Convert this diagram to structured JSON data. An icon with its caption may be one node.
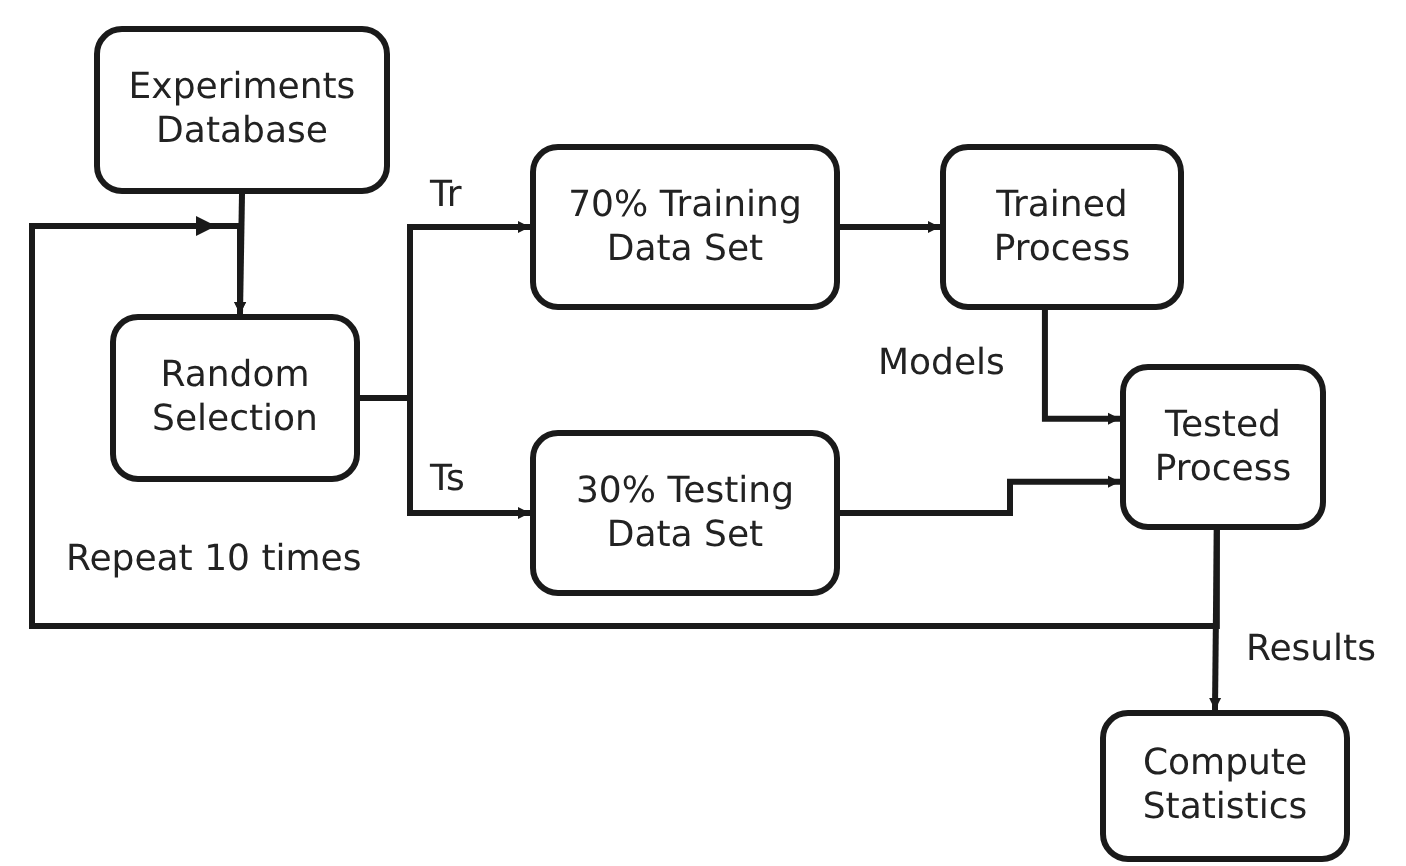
{
  "diagram": {
    "nodes": [
      {
        "text": [
          "Experiments Database"
        ]
      },
      {
        "text": [
          "Random Selection"
        ]
      },
      {
        "text": [
          "70% Training Data Set"
        ]
      },
      {
        "text": [
          "Trained Process"
        ]
      },
      {
        "text": [
          "Tested Process"
        ]
      },
      {
        "text": [
          "30% Testing Data Set"
        ]
      },
      {
        "text": [
          "Compute Statistics"
        ]
      }
    ],
    "edges": [
      {
        "from": 0,
        "to": 1,
        "arrow": "to"
      },
      {
        "from": 1,
        "to": 2,
        "arrow": "to",
        "label": "Tr"
      },
      {
        "from": 1,
        "to": 5,
        "arrow": "to",
        "label": "Ts"
      },
      {
        "from": 2,
        "to": 3,
        "arrow": "to"
      },
      {
        "from": 3,
        "to": 4,
        "arrow": "to",
        "label": "Models"
      },
      {
        "from": 5,
        "to": 4,
        "arrow": "to"
      },
      {
        "from": 4,
        "to": 6,
        "arrow": "to",
        "label": "Results"
      },
      {
        "from": 4,
        "to": 1,
        "arrow": "to"
      }
    ],
    "labels": [
      "Repeat 10 times"
    ]
  }
}
